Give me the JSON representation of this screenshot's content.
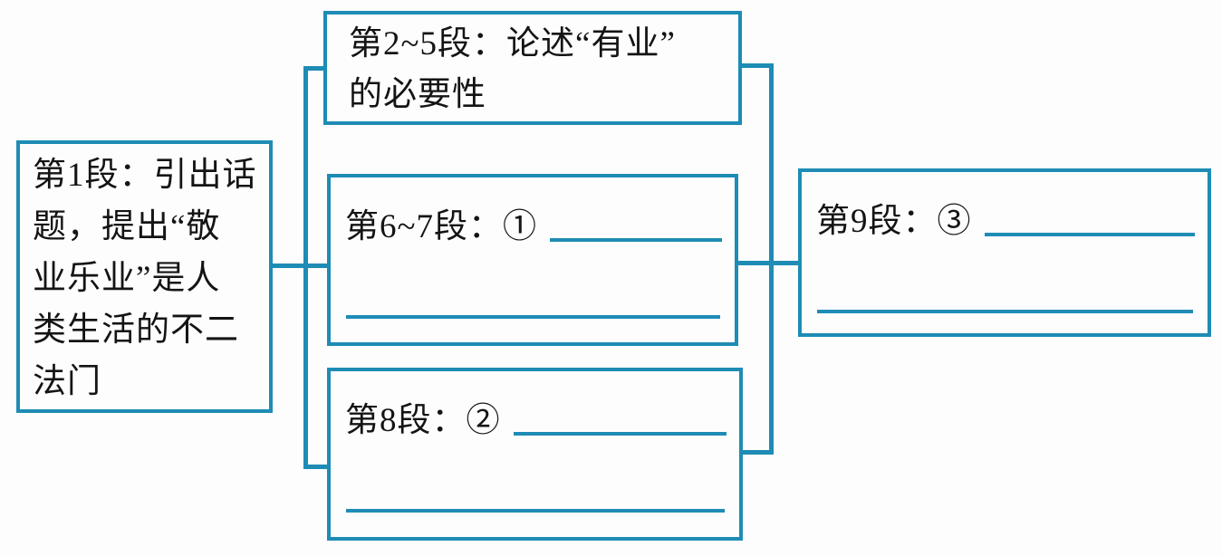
{
  "diagram": {
    "type": "text-structure-flowchart",
    "colors": {
      "accent": "#1e8cb4",
      "text": "#141414",
      "background": "#fdfdfe"
    },
    "nodes": [
      {
        "id": "para-1",
        "label": "第1段：引出话\n题，提出“敬\n业乐业”是人\n类生活的不二\n法门",
        "blank_lines": 0
      },
      {
        "id": "para-2-5",
        "label": "第2~5段：论述“有业”\n的必要性",
        "blank_lines": 0
      },
      {
        "id": "para-6-7",
        "label": "第6~7段：①",
        "blank_lines": 2
      },
      {
        "id": "para-8",
        "label": "第8段：②",
        "blank_lines": 2
      },
      {
        "id": "para-9",
        "label": "第9段：③",
        "blank_lines": 2
      }
    ],
    "connectors": [
      "para-1 to middle bracket",
      "left bracket to para-2-5",
      "left bracket to para-6-7",
      "left bracket to para-8",
      "right bracket from para-2-5",
      "right bracket from para-6-7",
      "right bracket from para-8",
      "right bracket to para-9"
    ]
  }
}
